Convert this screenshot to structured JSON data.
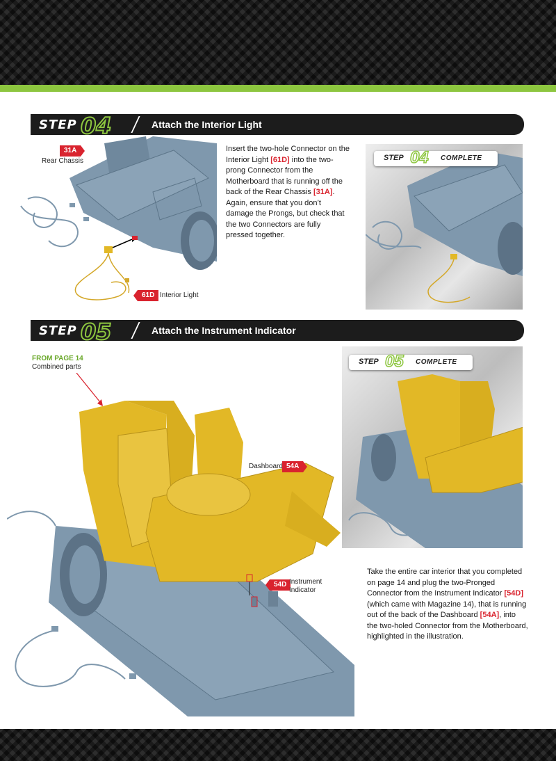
{
  "step04": {
    "step_word": "STEP",
    "step_number": "04",
    "title": "Attach the Interior Light",
    "label_31a_code": "31A",
    "label_31a_text": "Rear Chassis",
    "label_61d_code": "61D",
    "label_61d_text": "Interior Light",
    "instructions": {
      "p1": "Insert the two-hole Connector on the Interior Light ",
      "ref1": "[61D]",
      "p2": " into the two-prong Connector from the Motherboard that is running off the back of the Rear Chassis ",
      "ref2": "[31A]",
      "p3": ". Again, ensure that you don’t damage the Prongs, but check that the two Connectors are fully pressed together."
    },
    "complete_badge": {
      "step": "STEP",
      "number": "04",
      "word": "COMPLETE"
    }
  },
  "step05": {
    "step_word": "STEP",
    "step_number": "05",
    "title": "Attach the Instrument Indicator",
    "from_page": "FROM PAGE 14",
    "combined_parts": "Combined parts",
    "label_54a_text": "Dashboard",
    "label_54a_code": "54A",
    "label_54d_code": "54D",
    "label_54d_text_line1": "Instrument",
    "label_54d_text_line2": "Indicator",
    "instructions": {
      "p1": "Take the entire car interior that you completed on page 14 and plug the two-Pronged Connector from the Instrument Indicator ",
      "ref1": "[54D]",
      "p2": " (which came with Magazine 14), that is running out of the back of the Dashboard ",
      "ref2": "[54A]",
      "p3": ", into the two-holed Connector from the Motherboard, highlighted in the illustration."
    },
    "complete_badge": {
      "step": "STEP",
      "number": "05",
      "word": "COMPLETE"
    }
  },
  "colors": {
    "accent_green": "#8dc63f",
    "label_red": "#d9232e",
    "chassis_blue": "#7f98ad",
    "interior_yellow": "#e2b826",
    "wire_yellow": "#d4a82a"
  }
}
